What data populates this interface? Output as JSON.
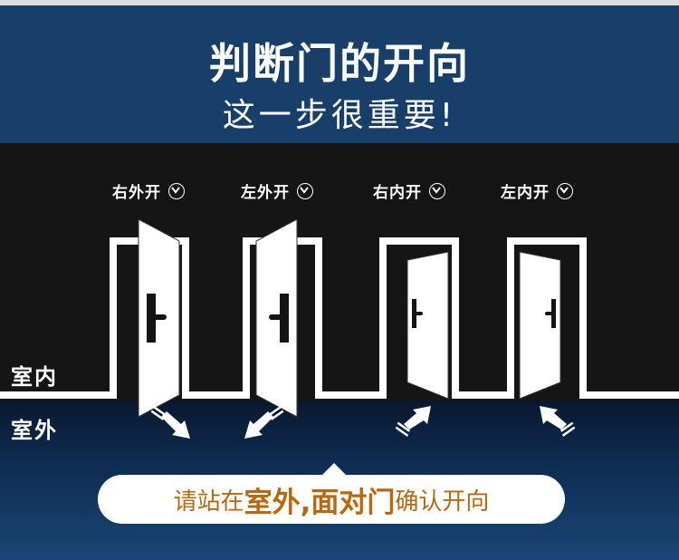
{
  "header": {
    "title": "判断门的开向",
    "subtitle": "这一步很重要!"
  },
  "door_types": [
    {
      "label": "右外开",
      "icon": "chevron-down-circle-icon",
      "direction": "outward-right"
    },
    {
      "label": "左外开",
      "icon": "chevron-down-circle-icon",
      "direction": "outward-left"
    },
    {
      "label": "右内开",
      "icon": "chevron-down-circle-icon",
      "direction": "inward-right"
    },
    {
      "label": "左内开",
      "icon": "chevron-down-circle-icon",
      "direction": "inward-left"
    }
  ],
  "zones": {
    "indoor": "室内",
    "outdoor": "室外"
  },
  "instruction": {
    "part1": "请站在",
    "part2": "室外,面对门",
    "part3": "确认开向"
  },
  "colors": {
    "header_bg": "#173f69",
    "stage_bg": "#151515",
    "accent_text": "#b5680e",
    "white": "#ffffff"
  }
}
